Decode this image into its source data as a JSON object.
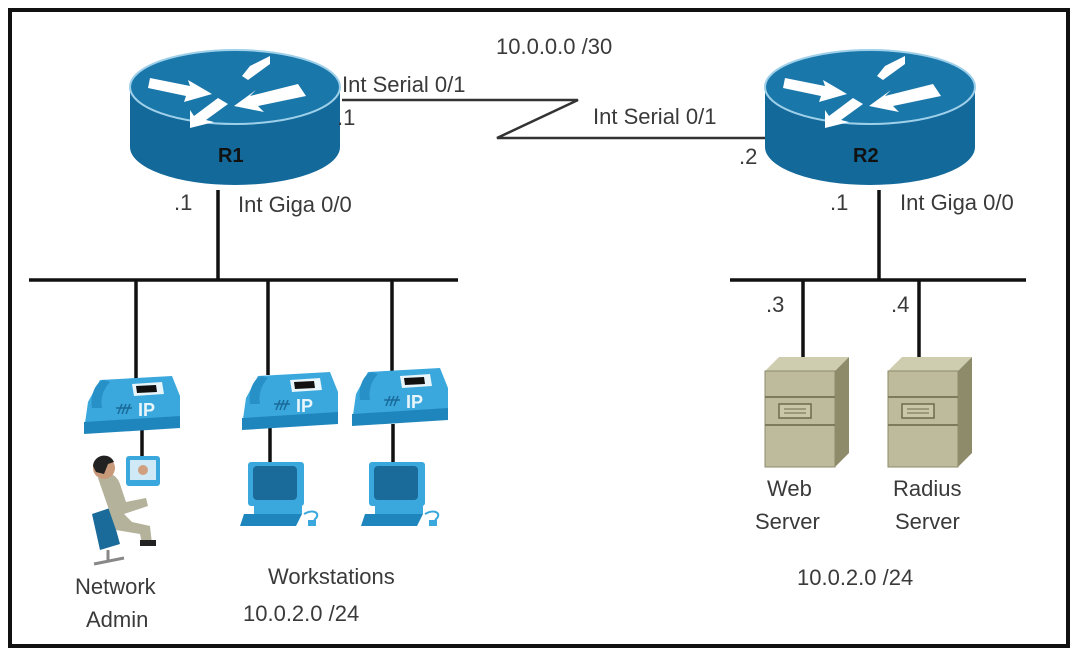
{
  "routers": [
    {
      "name": "R1",
      "serial_interface": "Int Serial 0/1",
      "serial_host": ".1",
      "lan_interface": "Int Giga 0/0",
      "lan_host": ".1"
    },
    {
      "name": "R2",
      "serial_interface": "Int Serial 0/1",
      "serial_host": ".2",
      "lan_interface": "Int Giga 0/0",
      "lan_host": ".1"
    }
  ],
  "wan_subnet": "10.0.0.0 /30",
  "left_lan": {
    "admin_label_line1": "Network",
    "admin_label_line2": "Admin",
    "workstations_label": "Workstations",
    "subnet": "10.0.2.0 /24",
    "phone_badge": "IP"
  },
  "right_lan": {
    "servers": [
      {
        "host": ".3",
        "label_line1": "Web",
        "label_line2": "Server"
      },
      {
        "host": ".4",
        "label_line1": "Radius",
        "label_line2": "Server"
      }
    ],
    "subnet": "10.0.2.0 /24"
  },
  "colors": {
    "router": "#12699a",
    "router_top": "#1a77aa",
    "phone": "#3aa8dc",
    "monitor": "#1a6a9a",
    "server": "#bdbb9c",
    "server_side": "#8d8b6a",
    "frame": "#111111"
  }
}
